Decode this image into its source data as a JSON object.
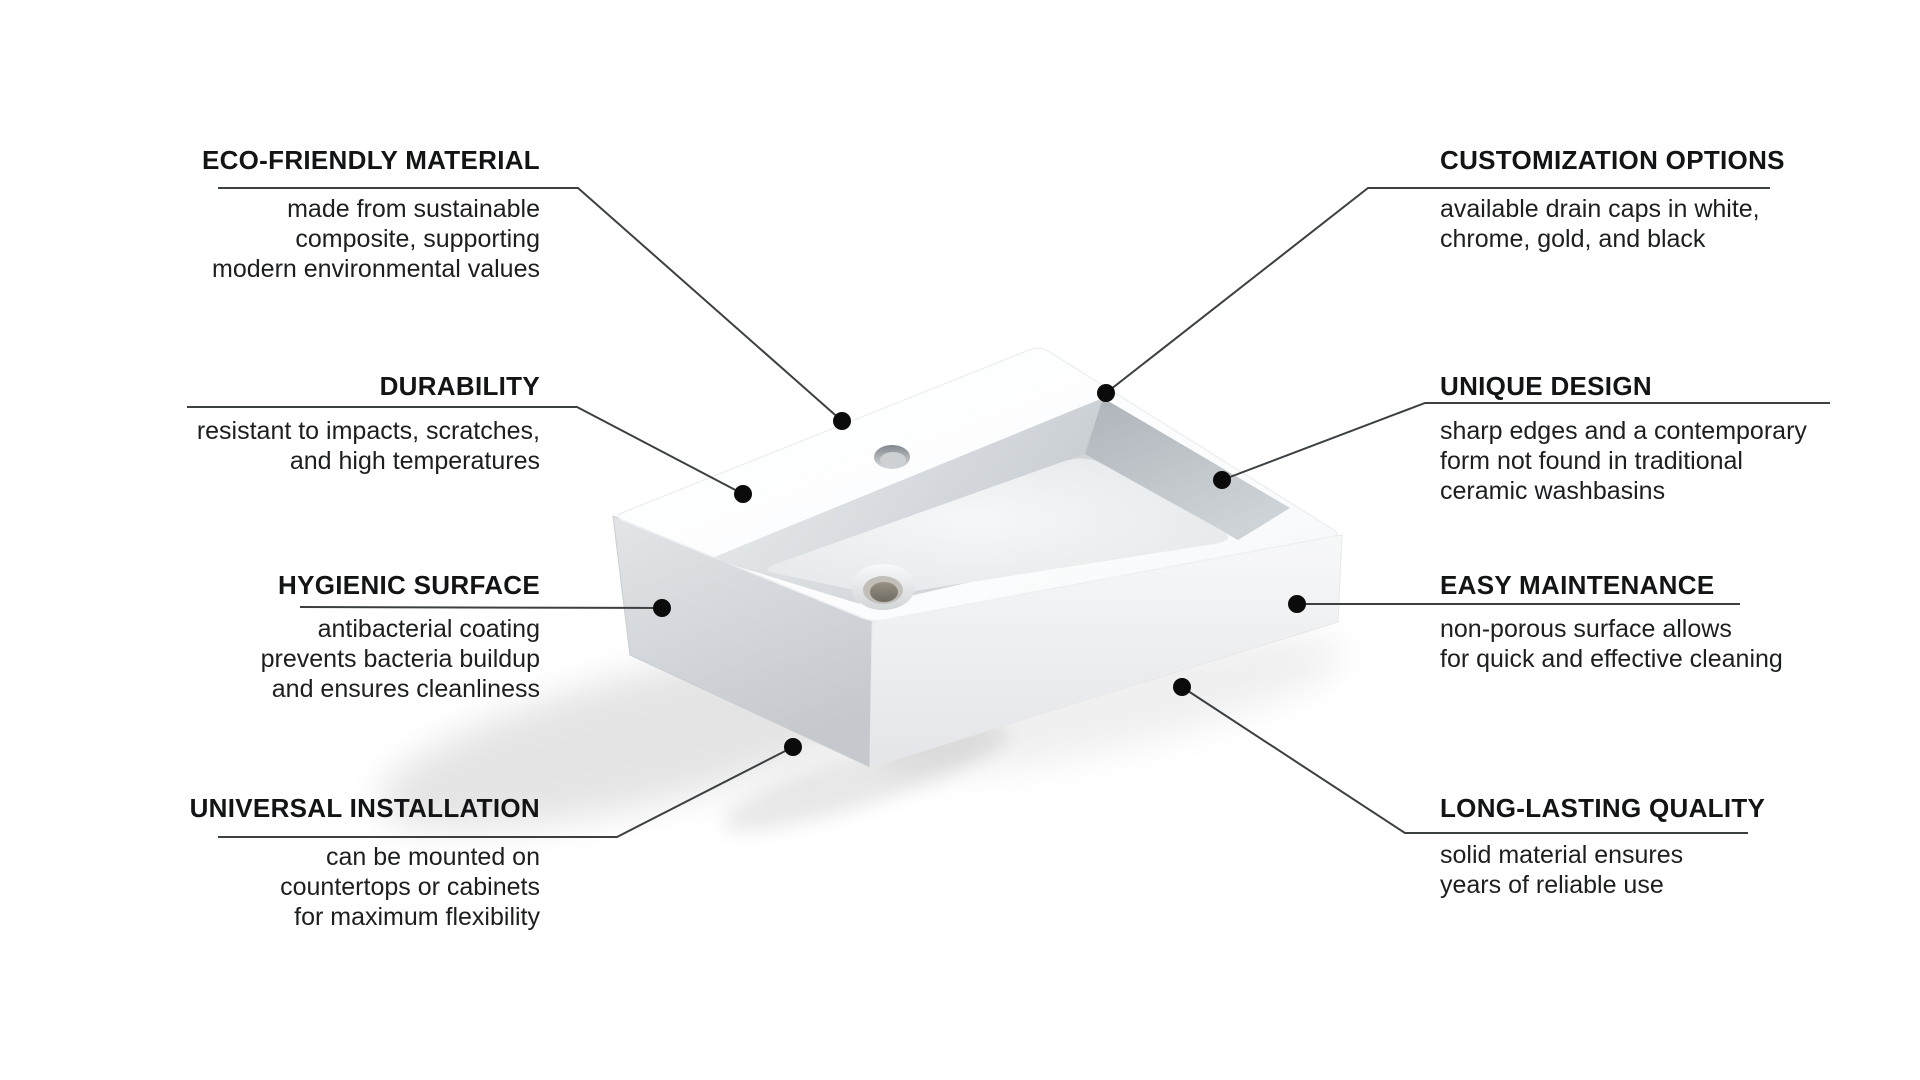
{
  "page": {
    "background_color": "#ffffff",
    "text_color": "#121416",
    "line_color": "#3c4043",
    "dot_color": "#0b0b0b"
  },
  "product": {
    "name": "rectangular composite washbasin",
    "parts": [
      "top surface",
      "basin",
      "faucet hole",
      "drain hole"
    ]
  },
  "features": {
    "left": [
      {
        "title": "ECO-FRIENDLY MATERIAL",
        "lines": [
          "made from sustainable",
          "composite, supporting",
          "modern environmental values"
        ]
      },
      {
        "title": "DURABILITY",
        "lines": [
          "resistant to impacts, scratches,",
          "and high temperatures"
        ]
      },
      {
        "title": "HYGIENIC SURFACE",
        "lines": [
          "antibacterial coating",
          "prevents bacteria buildup",
          "and ensures cleanliness"
        ]
      },
      {
        "title": "UNIVERSAL INSTALLATION",
        "lines": [
          "can be mounted on",
          "countertops or cabinets",
          "for maximum flexibility"
        ]
      }
    ],
    "right": [
      {
        "title": "CUSTOMIZATION OPTIONS",
        "lines": [
          "available drain caps in white,",
          "chrome, gold, and black"
        ]
      },
      {
        "title": "UNIQUE DESIGN",
        "lines": [
          "sharp edges and a contemporary",
          "form not found in traditional",
          "ceramic washbasins"
        ]
      },
      {
        "title": "EASY MAINTENANCE",
        "lines": [
          "non-porous surface allows",
          "for quick and effective cleaning"
        ]
      },
      {
        "title": "LONG-LASTING QUALITY",
        "lines": [
          "solid material ensures",
          "years of reliable use"
        ]
      }
    ]
  }
}
